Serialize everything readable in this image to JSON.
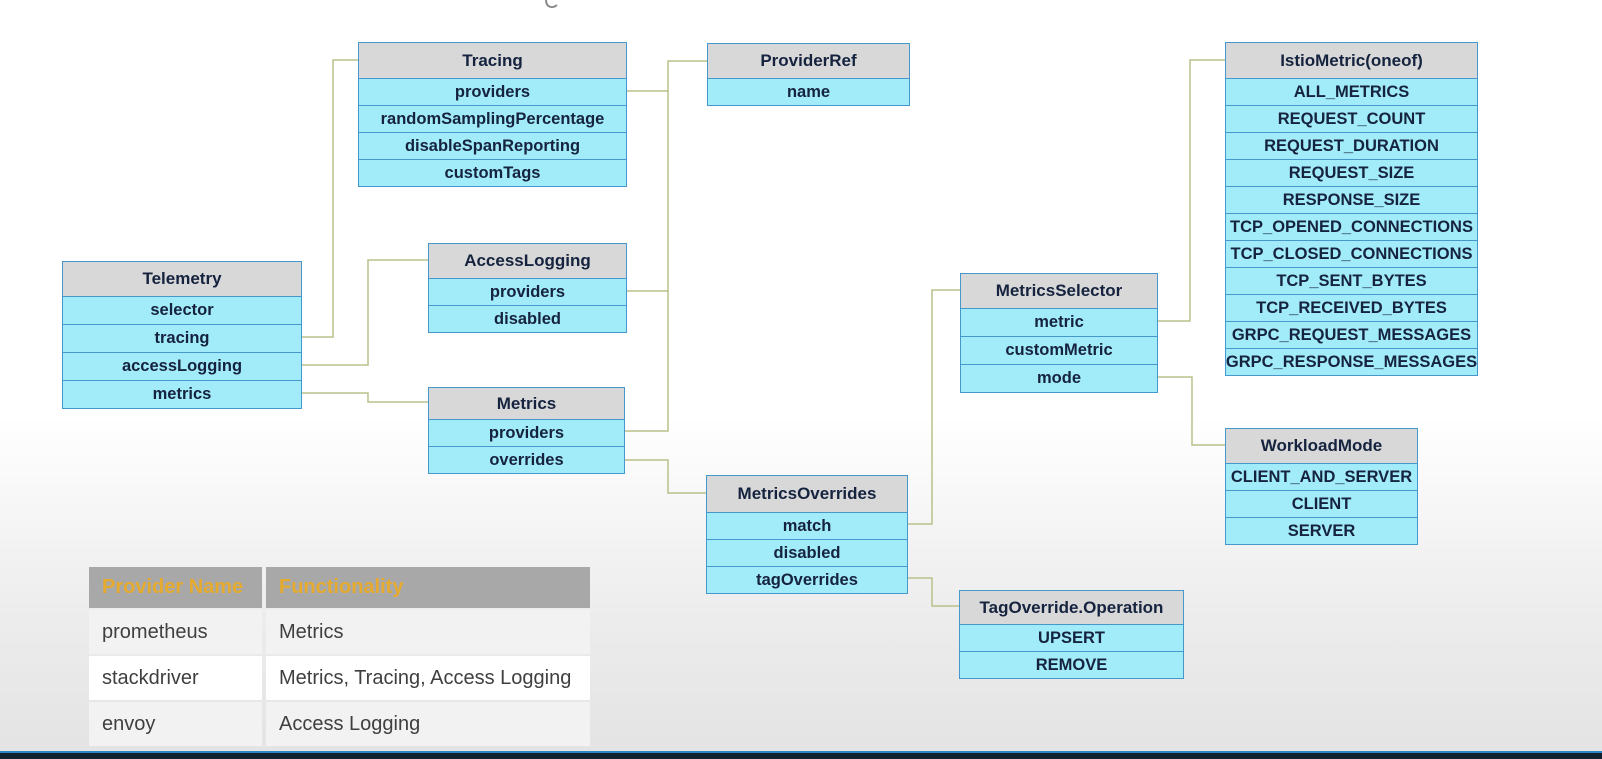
{
  "colors": {
    "bg_top": "#ffffff",
    "bg_bottom": "#e3e3e3",
    "box_header_fill": "#d8d8d8",
    "box_row_fill": "#a2ebf8",
    "box_border": "#4697cd",
    "box_text": "#15233f",
    "connector": "#b9c08a",
    "table_header_fill": "#a8a8a8",
    "table_header_text": "#e6ab2e",
    "table_text": "#3f3f3f",
    "table_row_fill": "#ffffff",
    "table_row_alt_fill": "#f2f2f2",
    "footer_line": "#2d87c3",
    "footer_fill": "#13222f"
  },
  "diagram": {
    "boxes": {
      "telemetry": {
        "title": "Telemetry",
        "rows": [
          "selector",
          "tracing",
          "accessLogging",
          "metrics"
        ]
      },
      "tracing": {
        "title": "Tracing",
        "rows": [
          "providers",
          "randomSamplingPercentage",
          "disableSpanReporting",
          "customTags"
        ]
      },
      "provider_ref": {
        "title": "ProviderRef",
        "rows": [
          "name"
        ]
      },
      "access_logging": {
        "title": "AccessLogging",
        "rows": [
          "providers",
          "disabled"
        ]
      },
      "metrics": {
        "title": "Metrics",
        "rows": [
          "providers",
          "overrides"
        ]
      },
      "metrics_selector": {
        "title": "MetricsSelector",
        "rows": [
          "metric",
          "customMetric",
          "mode"
        ]
      },
      "metrics_overrides": {
        "title": "MetricsOverrides",
        "rows": [
          "match",
          "disabled",
          "tagOverrides"
        ]
      },
      "istio_metric": {
        "title": "IstioMetric(oneof)",
        "rows": [
          "ALL_METRICS",
          "REQUEST_COUNT",
          "REQUEST_DURATION",
          "REQUEST_SIZE",
          "RESPONSE_SIZE",
          "TCP_OPENED_CONNECTIONS",
          "TCP_CLOSED_CONNECTIONS",
          "TCP_SENT_BYTES",
          "TCP_RECEIVED_BYTES",
          "GRPC_REQUEST_MESSAGES",
          "GRPC_RESPONSE_MESSAGES"
        ]
      },
      "workload_mode": {
        "title": "WorkloadMode",
        "rows": [
          "CLIENT_AND_SERVER",
          "CLIENT",
          "SERVER"
        ]
      },
      "tag_override_operation": {
        "title": "TagOverride.Operation",
        "rows": [
          "UPSERT",
          "REMOVE"
        ]
      }
    }
  },
  "provider_table": {
    "headers": [
      "Provider Name",
      "Functionality"
    ],
    "rows": [
      {
        "provider": "prometheus",
        "functionality": "Metrics"
      },
      {
        "provider": "stackdriver",
        "functionality": "Metrics, Tracing, Access Logging"
      },
      {
        "provider": "envoy",
        "functionality": "Access Logging"
      }
    ]
  }
}
